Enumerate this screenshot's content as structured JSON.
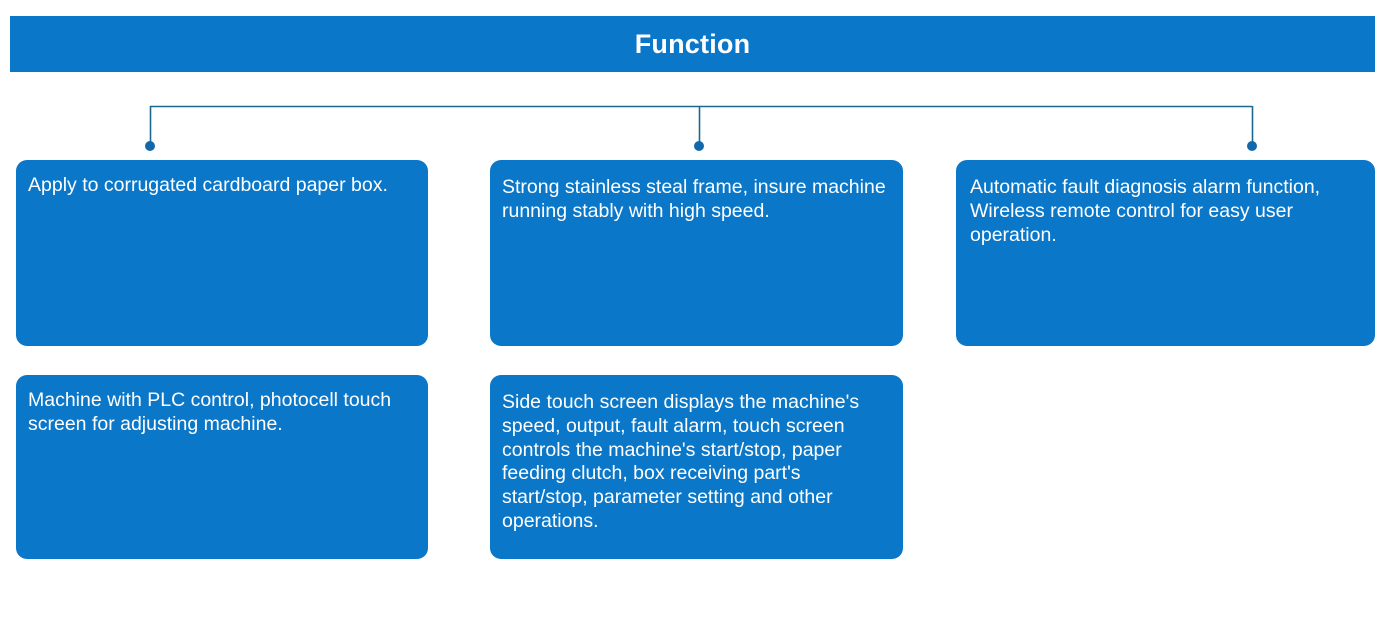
{
  "header": {
    "title": "Function",
    "background_color": "#0b77c8",
    "text_color": "#ffffff"
  },
  "connector": {
    "line_color": "#1a6a90",
    "node_color": "#1268ad",
    "branch_count": 3
  },
  "boxes": [
    {
      "id": "box-1",
      "text": "Apply to corrugated cardboard paper box.",
      "column": 1,
      "row": 1,
      "fill_color": "#0b77c8"
    },
    {
      "id": "box-2",
      "text": "Strong stainless steal frame, insure machine running stably with high speed.",
      "column": 2,
      "row": 1,
      "fill_color": "#0b77c8"
    },
    {
      "id": "box-3",
      "text": "Automatic fault diagnosis alarm function, Wireless remote control for easy user operation.",
      "column": 3,
      "row": 1,
      "fill_color": "#0b77c8"
    },
    {
      "id": "box-4",
      "text": "Machine with PLC control, photocell touch screen for adjusting machine.",
      "column": 1,
      "row": 2,
      "fill_color": "#0b77c8"
    },
    {
      "id": "box-5",
      "text": "Side touch screen displays the machine's speed, output, fault alarm, touch screen controls the machine's start/stop, paper feeding clutch, box receiving part's start/stop, parameter setting and other operations.",
      "column": 2,
      "row": 2,
      "fill_color": "#0b77c8"
    }
  ]
}
